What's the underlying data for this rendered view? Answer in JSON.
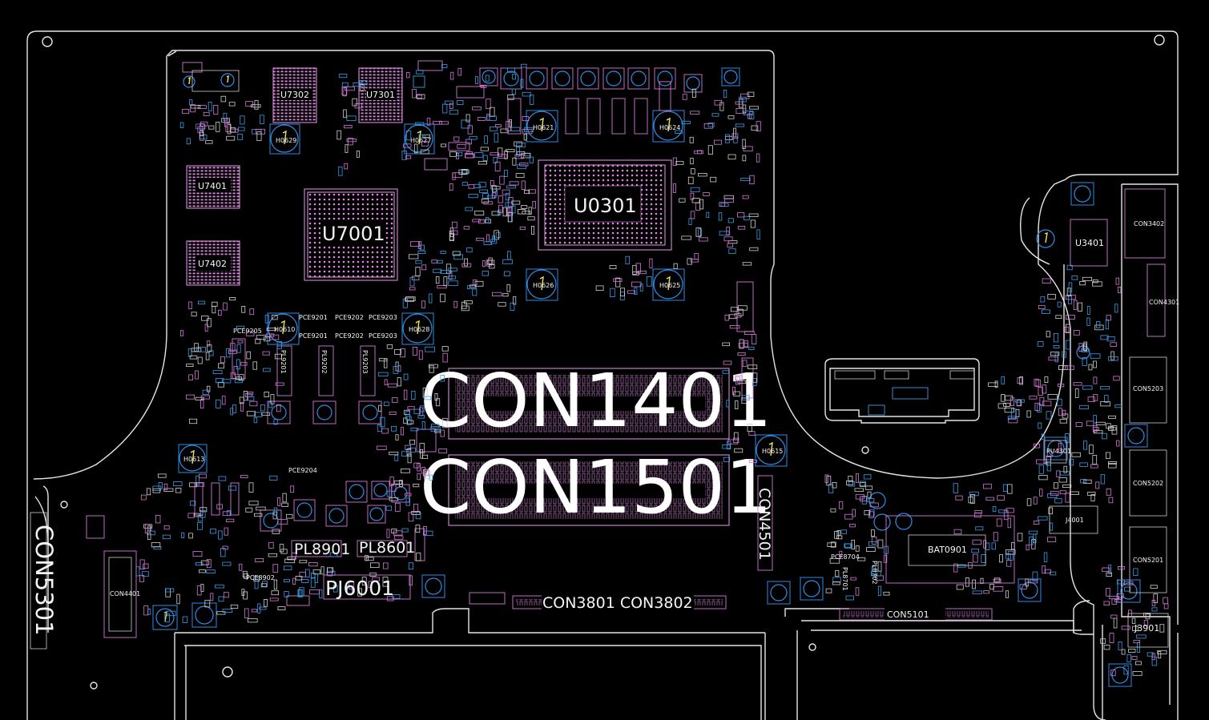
{
  "labels": {
    "con1401": "CON1401",
    "con1501": "CON1501",
    "u0301": "U0301",
    "u7001": "U7001",
    "u7401": "U7401",
    "u7402": "U7402",
    "u7302": "U7302",
    "u7301": "U7301",
    "pj6001": "PJ6001",
    "pl8901": "PL8901",
    "pl8601": "PL8601",
    "con3801_3802": "CON3801 CON3802",
    "con4501": "CON4501",
    "con5301": "CON5301",
    "con5101": "CON5101",
    "bat0901": "BAT0901",
    "u3401": "U3401",
    "j3901": "J3901",
    "h0629": "H0629",
    "h0627": "H0627",
    "h0621": "H0621",
    "h0624": "H0624",
    "h0626": "H0626",
    "h0625": "H0625",
    "h0610": "H0610",
    "h0628": "H0628",
    "h0615": "H0615",
    "h0613": "H0613",
    "pce9205": "PCE9205",
    "pce9201": "PCE9201",
    "pce9202": "PCE9202",
    "pce9203": "PCE9203",
    "pce9204": "PCE9204",
    "pce8902": "PCE8902",
    "pce8704": "PCE8704",
    "pl9201": "PL9201",
    "pl9202": "PL9202",
    "pl9203": "PL9203",
    "pl8701": "PL8701",
    "pl8702": "PL8702",
    "con3402": "CON3402",
    "con4301": "CON4301",
    "con5203": "CON5203",
    "con5202": "CON5202",
    "con5201": "CON5201",
    "j4001": "J4001",
    "pu4301": "PU4301",
    "con4401": "CON4401"
  },
  "colors": {
    "background": "#000000",
    "outline": "#e6e6e6",
    "component": "#d48ad8",
    "mounting_hole": "#2f8de4",
    "hole_mark": "#f2e35a",
    "label": "#f4f4f4"
  }
}
